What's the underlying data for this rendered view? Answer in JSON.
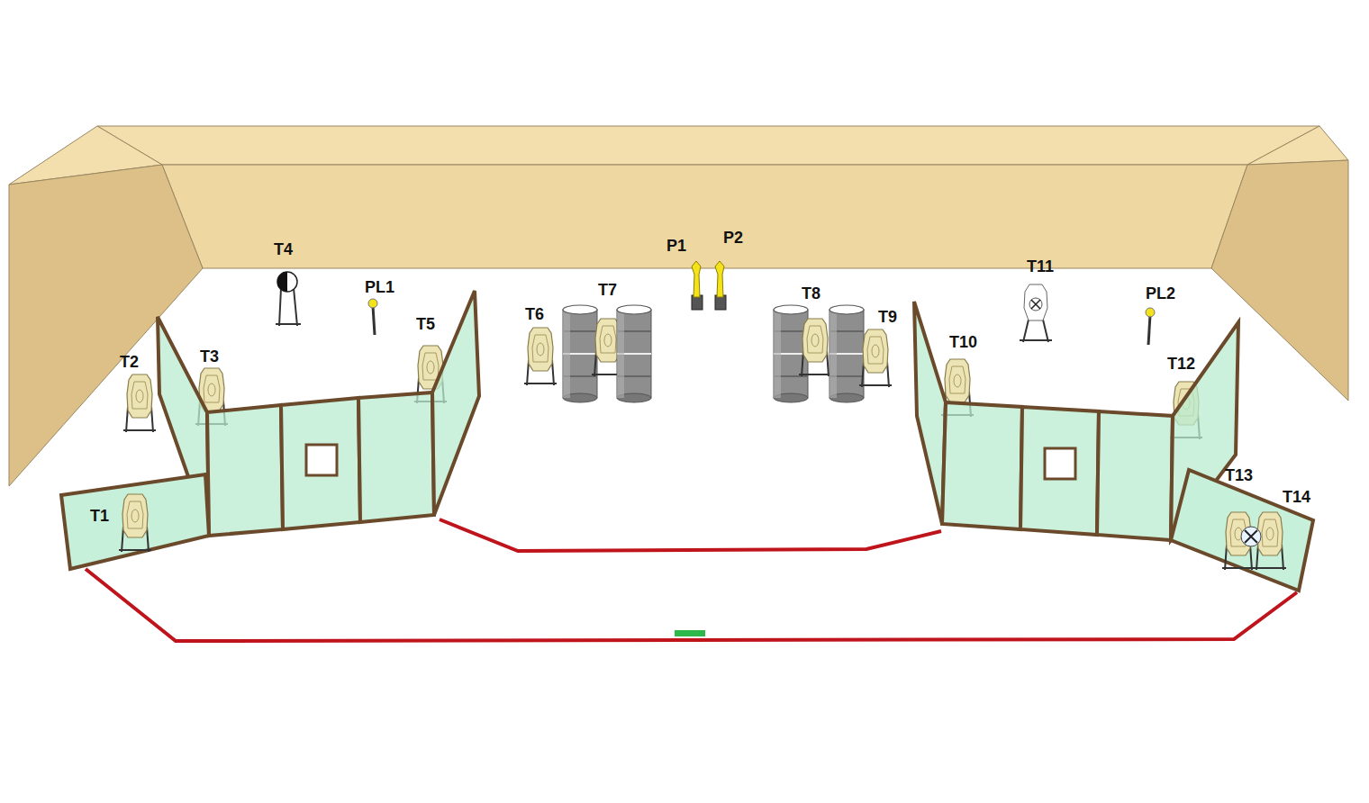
{
  "diagram": {
    "labels": [
      "T1",
      "T2",
      "T3",
      "T4",
      "T5",
      "T6",
      "T7",
      "T8",
      "T9",
      "T10",
      "T11",
      "T12",
      "T13",
      "T14",
      "P1",
      "P2",
      "PL1",
      "PL2"
    ]
  }
}
